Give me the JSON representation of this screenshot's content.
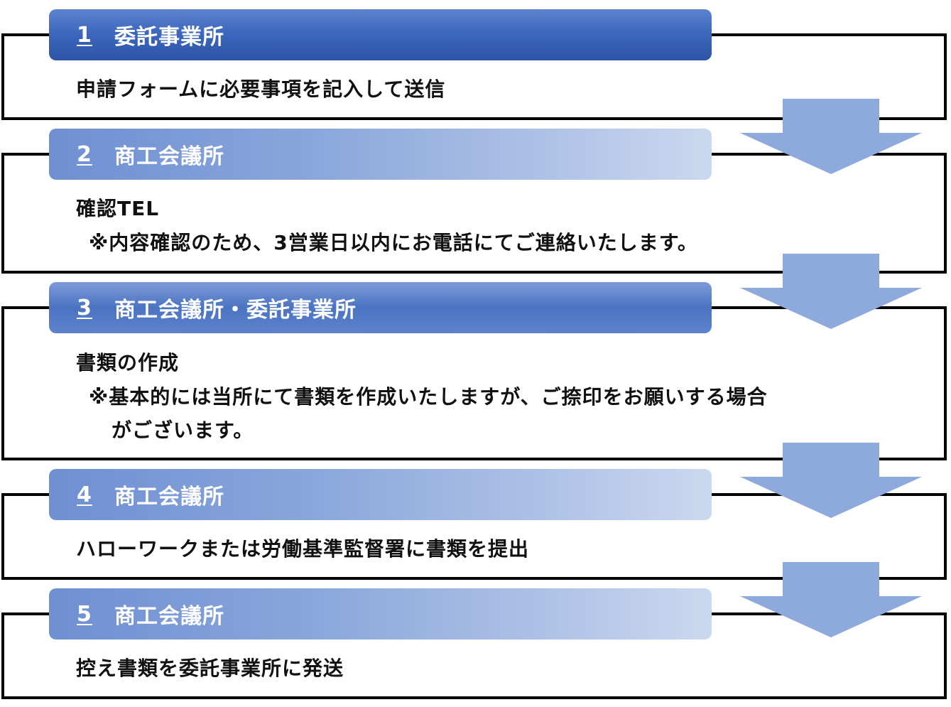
{
  "steps": [
    {
      "number": "1",
      "title": "委託事業所",
      "lines": [
        "申請フォームに必要事項を記入して送信"
      ]
    },
    {
      "number": "2",
      "title": "商工会議所",
      "lines": [
        "確認TEL",
        "※内容確認のため、3営業日以内にお電話にてご連絡いたします。"
      ]
    },
    {
      "number": "3",
      "title": "商工会議所・委託事業所",
      "lines": [
        "書類の作成",
        "※基本的には当所にて書類を作成いたしますが、ご捺印をお願いする場合",
        "がございます。"
      ]
    },
    {
      "number": "4",
      "title": "商工会議所",
      "lines": [
        "ハローワークまたは労働基準監督署に書類を提出"
      ]
    },
    {
      "number": "5",
      "title": "商工会議所",
      "lines": [
        "控え書類を委託事業所に発送"
      ]
    }
  ],
  "colors": {
    "arrow": "#8ea9dc",
    "header_dark": "#2c54a6",
    "header_light": "#cbd8ef",
    "border": "#000000"
  }
}
